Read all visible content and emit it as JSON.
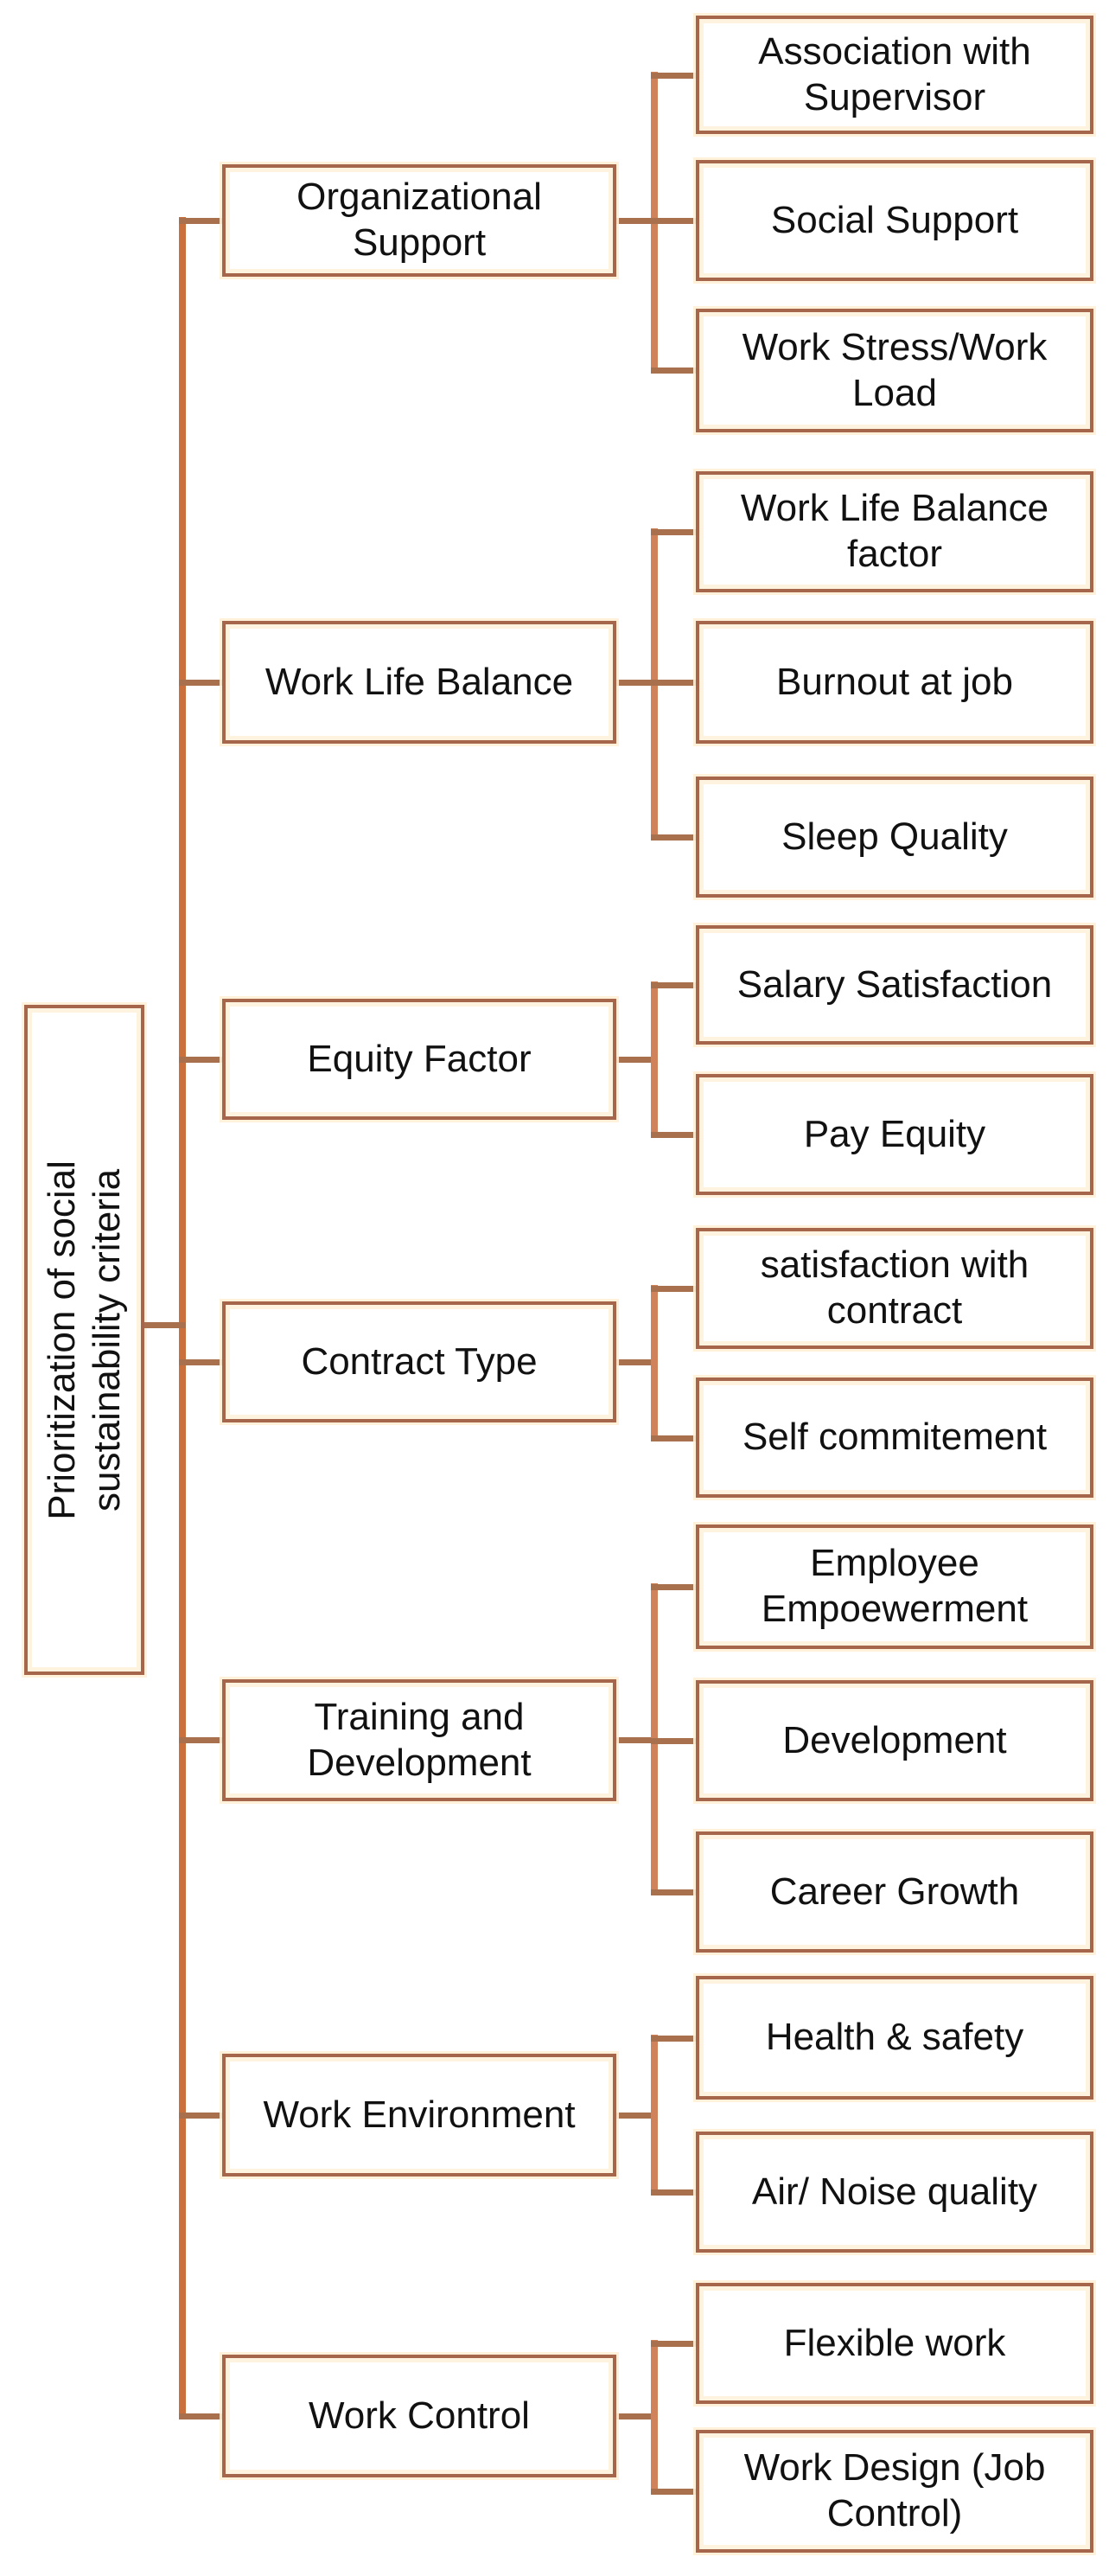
{
  "title": "Prioritization of social sustainability criteria hierarchy diagram",
  "colors": {
    "background": "#ffffff",
    "box_border": "#a5664b",
    "box_inner_glow": "#fdf3df",
    "connector_horizontal": "#a8704d",
    "connector_trunk": "#c9703c",
    "connector_group": "#d0835a",
    "text": "#111111"
  },
  "tree": {
    "root": {
      "label": "Prioritization of social sustainability criteria",
      "line1": "Prioritization of social",
      "line2": "sustainability criteria"
    },
    "groups": [
      {
        "label": "Organizational Support",
        "children": [
          "Association with Supervisor",
          "Social Support",
          "Work Stress/Work Load"
        ]
      },
      {
        "label": "Work Life Balance",
        "children": [
          "Work Life Balance factor",
          "Burnout at job",
          "Sleep Quality"
        ]
      },
      {
        "label": "Equity Factor",
        "children": [
          "Salary Satisfaction",
          "Pay Equity"
        ]
      },
      {
        "label": "Contract Type",
        "children": [
          "satisfaction with contract",
          "Self commitement"
        ]
      },
      {
        "label": "Training and Development",
        "children": [
          "Employee Empoewerment",
          "Development",
          "Career Growth"
        ]
      },
      {
        "label": "Work Environment",
        "children": [
          "Health & safety",
          "Air/ Noise quality"
        ]
      },
      {
        "label": "Work Control",
        "children": [
          "Flexible work",
          "Work Design (Job Control)"
        ]
      }
    ]
  }
}
